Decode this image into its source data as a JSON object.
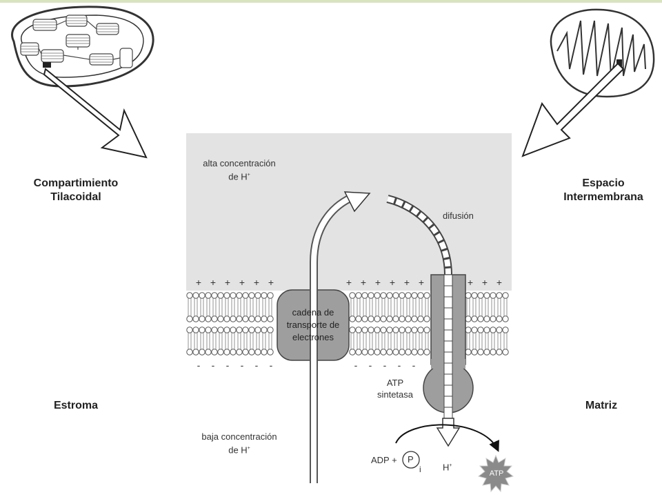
{
  "labels": {
    "left_top_line1": "Compartimiento",
    "left_top_line2": "Tilacoidal",
    "right_top_line1": "Espacio",
    "right_top_line2": "Intermembrana",
    "left_bottom": "Estroma",
    "right_bottom": "Matriz"
  },
  "diagram": {
    "high_conc_line1": "alta concentración",
    "high_conc_line2": "de H",
    "low_conc_line1": "baja concentración",
    "low_conc_line2": "de H",
    "h_superscript": "+",
    "diffusion": "difusión",
    "etc_line1": "cadena de",
    "etc_line2": "transporte de",
    "etc_line3": "electrones",
    "atp_synthase_line1": "ATP",
    "atp_synthase_line2": "sintetasa",
    "adp_plus": "ADP +",
    "pi_p": "P",
    "pi_i": "i",
    "h_out": "H",
    "atp_product": "ATP",
    "plus_sign": "+",
    "minus_sign": "-"
  },
  "colors": {
    "intermembrane_fill": "#e3e3e3",
    "protein_fill": "#9e9e9e",
    "lipid_stroke": "#555555",
    "topband": "#d7e4bf"
  }
}
